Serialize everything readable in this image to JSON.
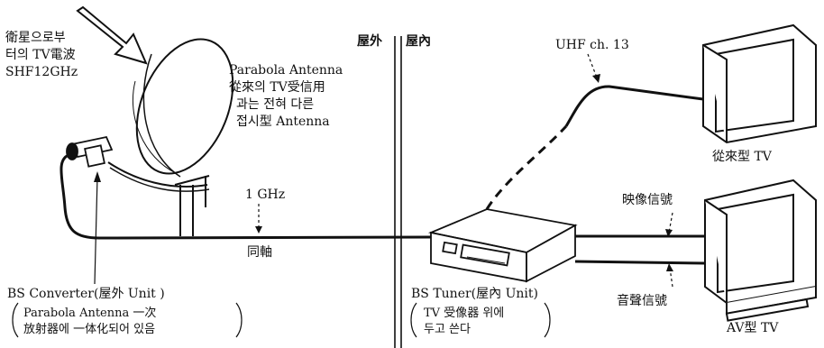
{
  "labels": {
    "satellite_line1": "衛星으로부",
    "satellite_line2": "터의 TV電波",
    "satellite_line3": "SHF12GHz",
    "parabola_line1": "Parabola Antenna",
    "parabola_line2": "從來의 TV受信用",
    "parabola_line3": "과는 전혀 다른",
    "parabola_line4": "접시型 Antenna",
    "outdoor": "屋外",
    "indoor": "屋內",
    "uhf": "UHF ch. 13",
    "old_tv": "從來型 TV",
    "freq": "1 GHz",
    "coax": "同軸",
    "video_signal": "映像信號",
    "audio_signal": "音聲信號",
    "av_tv": "AV型 TV",
    "converter_line1": "BS Converter(屋外 Unit )",
    "converter_line2": "Parabola Antenna 一次",
    "converter_line3": "放射器에 一体化되어 있음",
    "tuner_line1": "BS Tuner(屋內 Unit)",
    "tuner_line2": "TV 受像器 위에",
    "tuner_line3": "두고 쓴다"
  }
}
